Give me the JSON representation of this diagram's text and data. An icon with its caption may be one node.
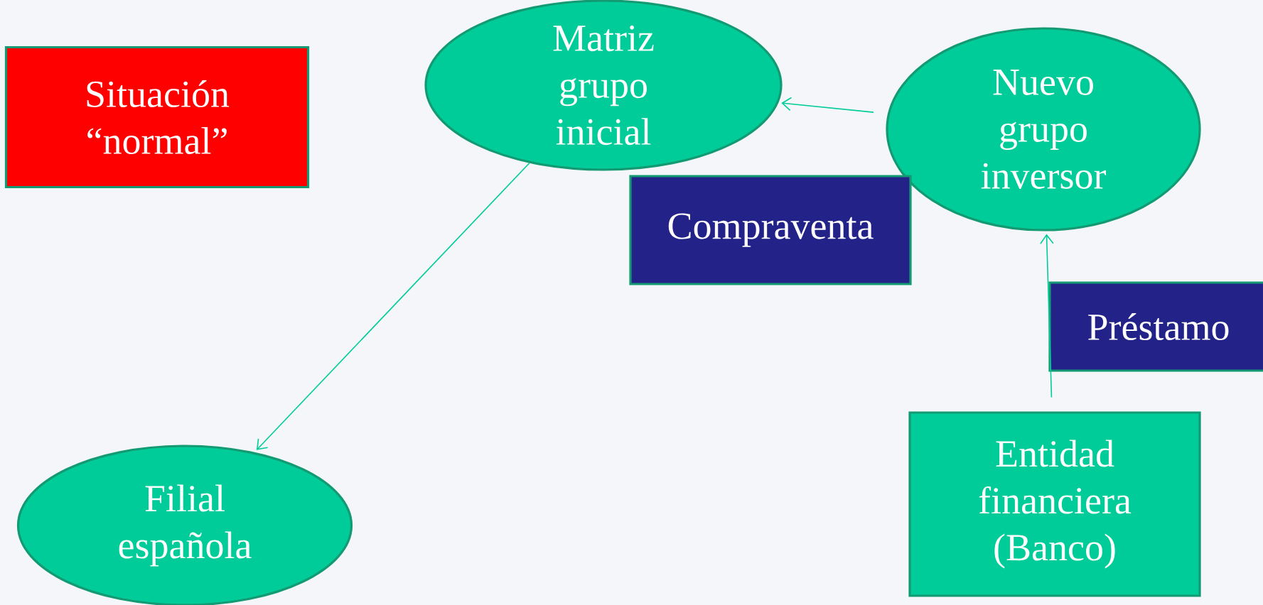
{
  "diagram": {
    "nodes": [
      {
        "text": [
          "Situación “normal”"
        ]
      },
      {
        "text": [
          "Matriz grupo inicial"
        ]
      },
      {
        "text": [
          "Nuevo grupo inversor"
        ]
      },
      {
        "text": [
          "Compraventa"
        ]
      },
      {
        "text": [
          "Préstamo"
        ]
      },
      {
        "text": [
          "Filial española"
        ]
      },
      {
        "text": [
          "Entidad financiera (Banco)"
        ]
      }
    ],
    "edges": [
      {
        "from": 1,
        "to": 5,
        "arrow": "to"
      },
      {
        "from": 2,
        "to": 1,
        "arrow": "to"
      },
      {
        "from": 6,
        "to": 2,
        "arrow": "to"
      }
    ]
  }
}
